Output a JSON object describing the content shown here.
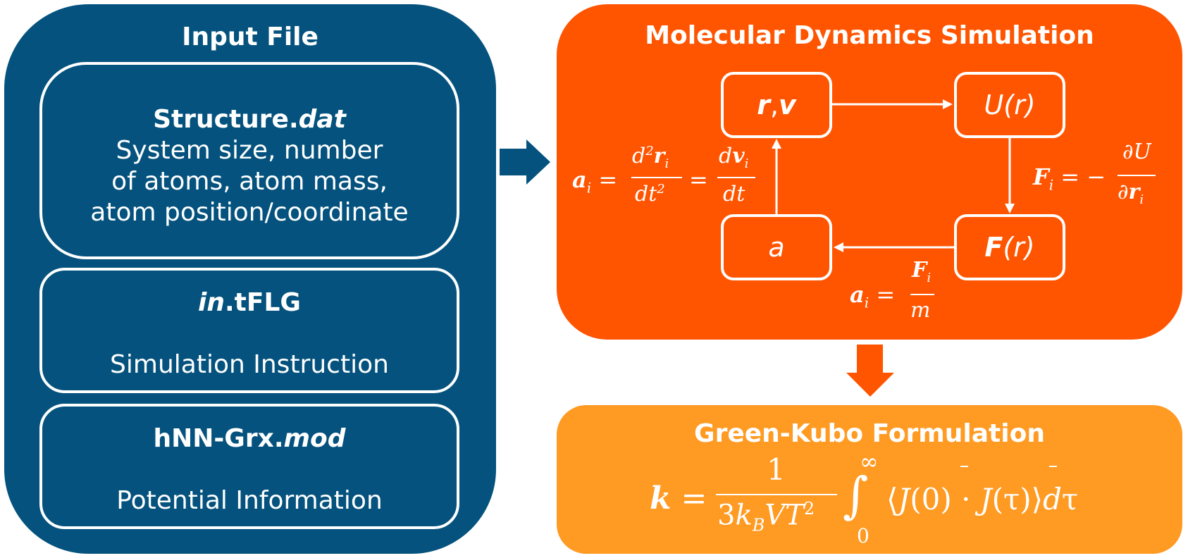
{
  "input_panel": {
    "title": "Input File",
    "structure": {
      "name_plain": "Structure.",
      "name_italic": "dat",
      "line1": "System size, number",
      "line2": "of atoms, atom mass,",
      "line3": "atom position/coordinate"
    },
    "instruction": {
      "name_italic": "in",
      "name_plain": ".tFLG",
      "desc": "Simulation Instruction"
    },
    "potential": {
      "name_plain": "hNN-Grx.",
      "name_italic": "mod",
      "desc": "Potential Information"
    }
  },
  "md_panel": {
    "title": "Molecular Dynamics Simulation",
    "nodes": {
      "rv_r": "r",
      "rv_sep": ", ",
      "rv_v": "v",
      "U_label": "U(r)",
      "F_bold": "F",
      "F_rest": "(r)",
      "a_label": "a"
    }
  },
  "gk_panel": {
    "title": "Green-Kubo Formulation"
  },
  "colors": {
    "input_blue": "#04527d",
    "md_orange": "#ff5400",
    "gk_orange": "#ff9a22",
    "white": "#ffffff"
  }
}
